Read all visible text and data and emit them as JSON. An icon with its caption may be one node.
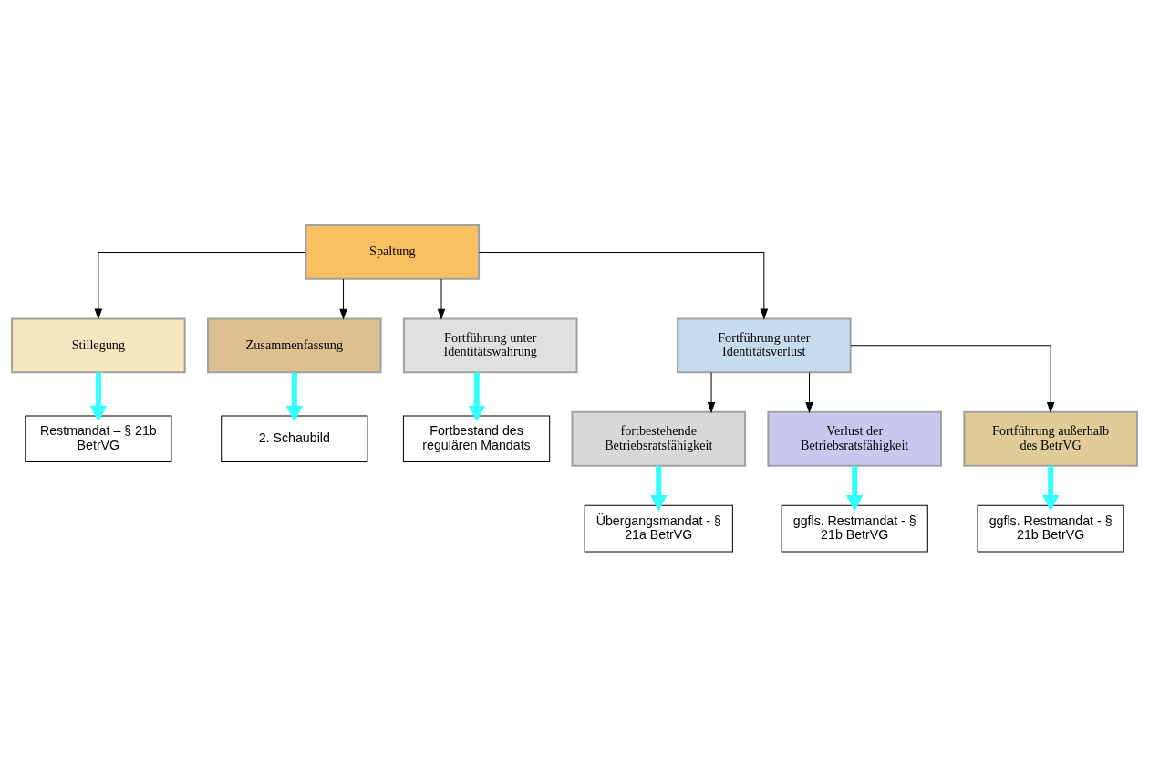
{
  "diagram": {
    "nodes": [
      {
        "text": [
          "Spaltung"
        ]
      },
      {
        "text": [
          "Stillegung"
        ]
      },
      {
        "text": [
          "Zusammenfassung"
        ]
      },
      {
        "text": [
          "Fortführung unter Identitätswahrung"
        ]
      },
      {
        "text": [
          "Fortführung unter Identitätsverlust"
        ]
      },
      {
        "text": [
          "Restmandat – § 21b BetrVG"
        ]
      },
      {
        "text": [
          "2. Schaubild"
        ]
      },
      {
        "text": [
          "Fortbestand des regulären Mandats"
        ]
      },
      {
        "text": [
          "fortbestehende Betriebsratsfähigkeit"
        ]
      },
      {
        "text": [
          "Verlust der Betriebsratsfähigkeit"
        ]
      },
      {
        "text": [
          "Fortführung außerhalb des BetrVG"
        ]
      },
      {
        "text": [
          "Übergangsmandat - § 21a BetrVG"
        ]
      },
      {
        "text": [
          "ggfls. Restmandat - § 21b BetrVG"
        ]
      },
      {
        "text": [
          "ggfls. Restmandat - § 21b BetrVG"
        ]
      }
    ],
    "edges": [
      {
        "from": 0,
        "to": 1,
        "arrow": "to"
      },
      {
        "from": 0,
        "to": 2,
        "arrow": "to"
      },
      {
        "from": 0,
        "to": 3,
        "arrow": "to"
      },
      {
        "from": 0,
        "to": 4,
        "arrow": "to"
      },
      {
        "from": 1,
        "to": 5,
        "arrow": "to",
        "style": "thick",
        "color": "#33ffff"
      },
      {
        "from": 2,
        "to": 6,
        "arrow": "to",
        "style": "thick",
        "color": "#33ffff"
      },
      {
        "from": 3,
        "to": 7,
        "arrow": "to",
        "style": "thick",
        "color": "#33ffff"
      },
      {
        "from": 4,
        "to": 8,
        "arrow": "to"
      },
      {
        "from": 4,
        "to": 9,
        "arrow": "to"
      },
      {
        "from": 4,
        "to": 10,
        "arrow": "to"
      },
      {
        "from": 8,
        "to": 11,
        "arrow": "to",
        "style": "thick",
        "color": "#33ffff"
      },
      {
        "from": 9,
        "to": 12,
        "arrow": "to",
        "style": "thick",
        "color": "#33ffff"
      },
      {
        "from": 10,
        "to": 13,
        "arrow": "to",
        "style": "thick",
        "color": "#33ffff"
      }
    ]
  }
}
